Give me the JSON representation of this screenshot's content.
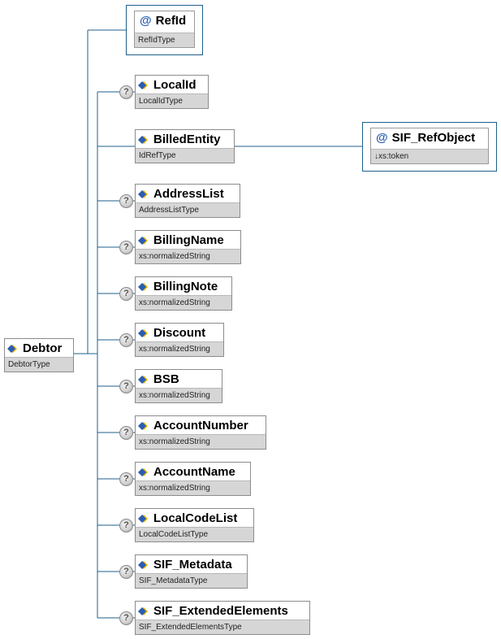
{
  "root": {
    "name": "Debtor",
    "type": "DebtorType"
  },
  "attribute": {
    "symbol": "@",
    "name": "RefId",
    "type": "RefIdType"
  },
  "children": [
    {
      "name": "LocalId",
      "type": "LocalIdType",
      "optional": true
    },
    {
      "name": "BilledEntity",
      "type": "IdRefType",
      "optional": false
    },
    {
      "name": "AddressList",
      "type": "AddressListType",
      "optional": true
    },
    {
      "name": "BillingName",
      "type": "xs:normalizedString",
      "optional": true
    },
    {
      "name": "BillingNote",
      "type": "xs:normalizedString",
      "optional": true
    },
    {
      "name": "Discount",
      "type": "xs:normalizedString",
      "optional": true
    },
    {
      "name": "BSB",
      "type": "xs:normalizedString",
      "optional": true
    },
    {
      "name": "AccountNumber",
      "type": "xs:normalizedString",
      "optional": true
    },
    {
      "name": "AccountName",
      "type": "xs:normalizedString",
      "optional": true
    },
    {
      "name": "LocalCodeList",
      "type": "LocalCodeListType",
      "optional": true
    },
    {
      "name": "SIF_Metadata",
      "type": "SIF_MetadataType",
      "optional": true
    },
    {
      "name": "SIF_ExtendedElements",
      "type": "SIF_ExtendedElementsType",
      "optional": true
    }
  ],
  "billed_entity_attribute": {
    "symbol": "@",
    "name": "SIF_RefObject",
    "type": "↓xs:token"
  },
  "optional_marker": "?",
  "colors": {
    "connector": "#1f5f8b",
    "icon_blue": "#2a5db0",
    "icon_gold": "#e8b400",
    "type_band": "#d6d6d6"
  },
  "icons": {
    "element": "element-icon",
    "attribute": "attribute-at-icon",
    "optional": "optional-question-icon"
  }
}
